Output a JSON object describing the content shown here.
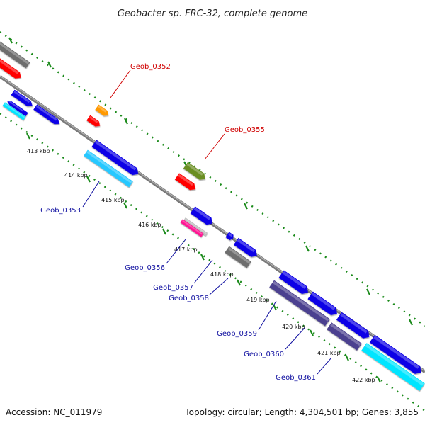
{
  "title": "Geobacter sp. FRC-32, complete genome",
  "footer": {
    "accession": "Accession: NC_011979",
    "summary": "Topology: circular; Length: 4,304,501 bp; Genes: 3,855"
  },
  "colors": {
    "backbone": "#8c8c8c",
    "tick": "#1a8a1a",
    "label_red": "#d00000",
    "label_blue": "#1010a0"
  },
  "ticks": [
    "413 kbp",
    "414 kbp",
    "415 kbp",
    "416 kbp",
    "417 kbp",
    "418 kbp",
    "419 kbp",
    "420 kbp",
    "421 kbp",
    "422 kbp"
  ],
  "gene_labels": [
    {
      "name": "Geob_0352",
      "color": "red"
    },
    {
      "name": "Geob_0355",
      "color": "red"
    },
    {
      "name": "Geob_0353",
      "color": "blue"
    },
    {
      "name": "Geob_0356",
      "color": "blue"
    },
    {
      "name": "Geob_0357",
      "color": "blue"
    },
    {
      "name": "Geob_0358",
      "color": "blue"
    },
    {
      "name": "Geob_0359",
      "color": "blue"
    },
    {
      "name": "Geob_0360",
      "color": "blue"
    },
    {
      "name": "Geob_0361",
      "color": "blue"
    }
  ],
  "feature_colors": {
    "blue": "#0c00e6",
    "red": "#ff0000",
    "gray": "#6e6e6e",
    "cyan": "#00e5ff",
    "lightblue": "#28c8ff",
    "orange": "#ff9900",
    "olive": "#6b8e23",
    "pink": "#ff1493",
    "silver": "#c0c0c0",
    "slate": "#4b3f8f"
  }
}
